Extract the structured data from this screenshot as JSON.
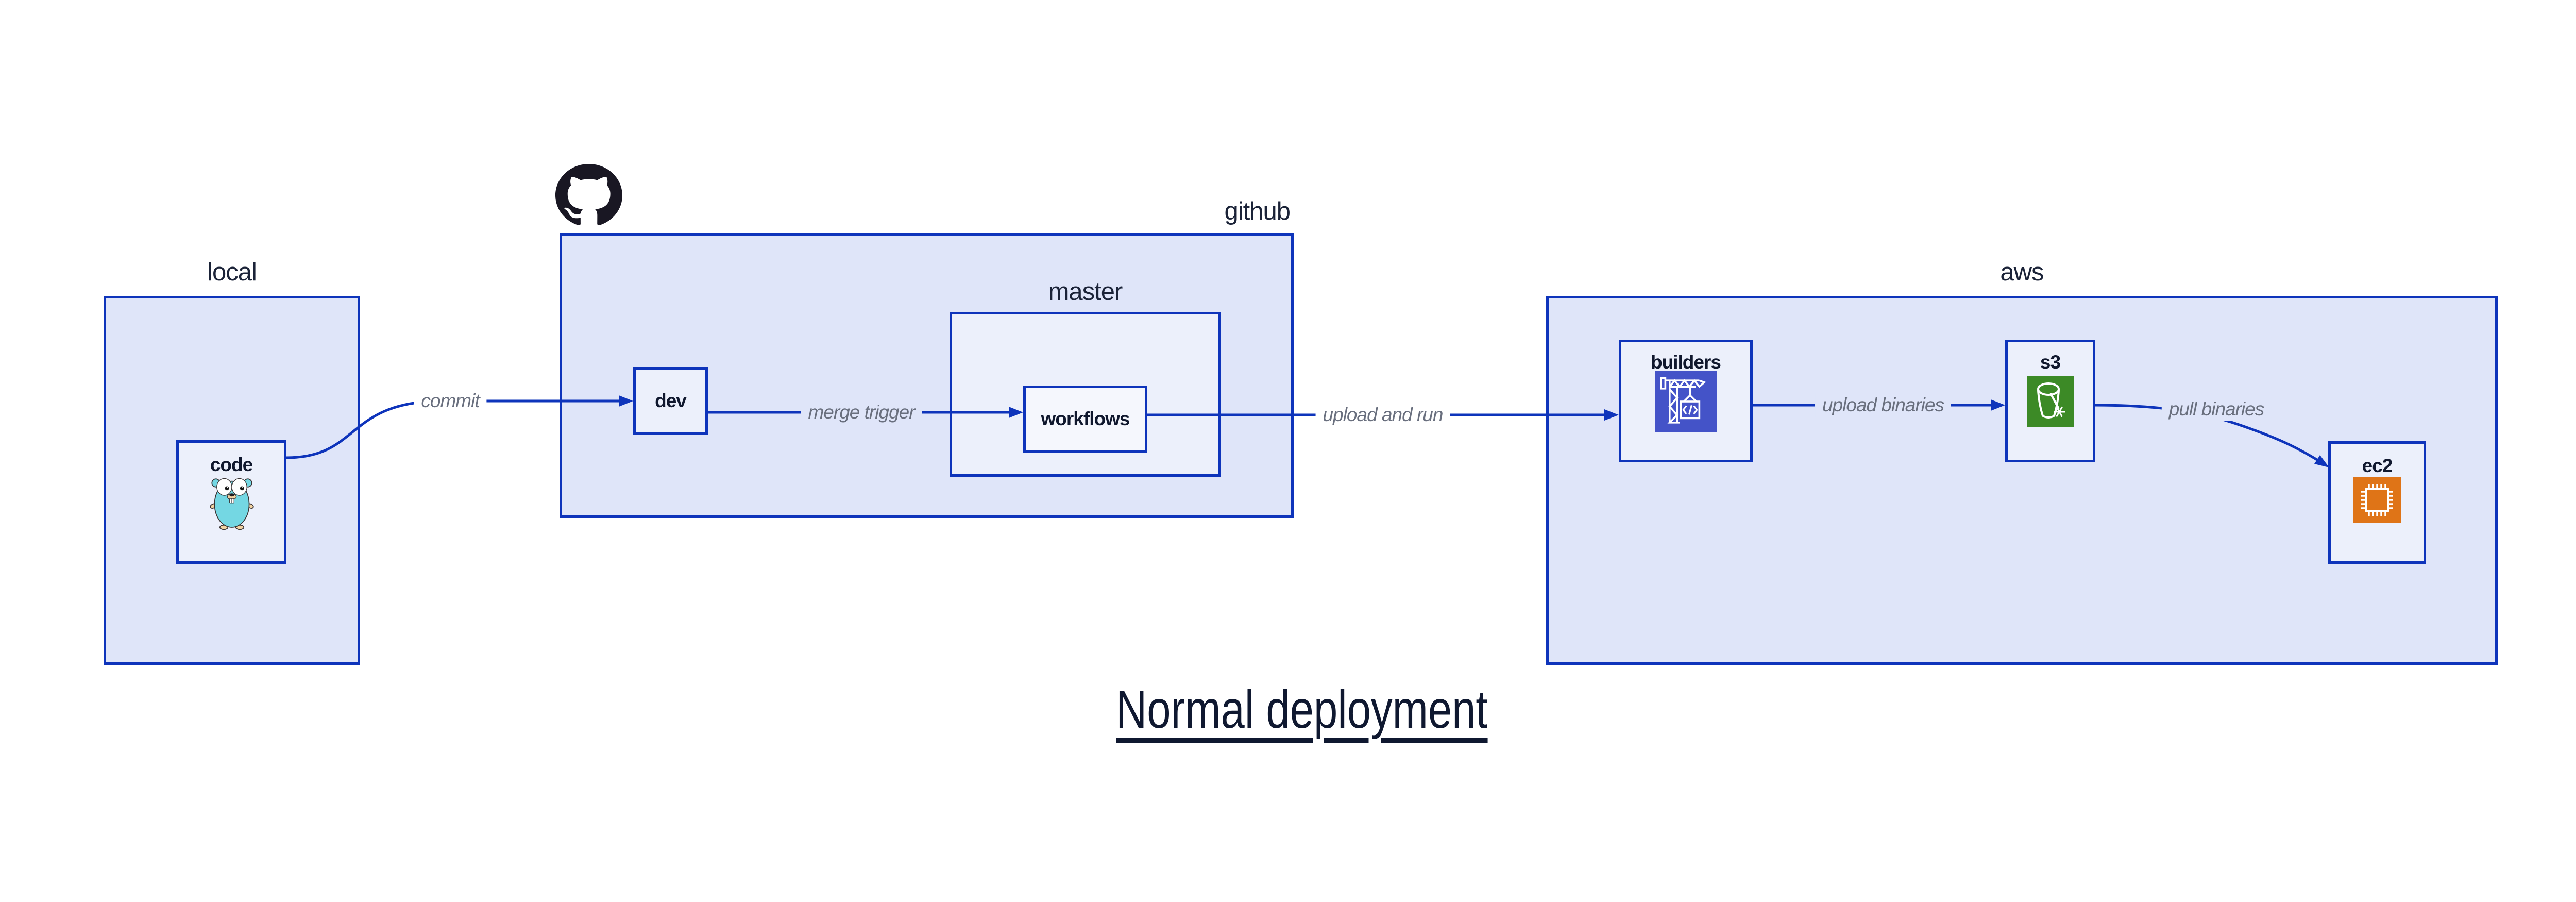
{
  "title": "Normal deployment",
  "groups": {
    "local": {
      "label": "local"
    },
    "github": {
      "label": "github"
    },
    "master": {
      "label": "master"
    },
    "aws": {
      "label": "aws"
    }
  },
  "nodes": {
    "code": {
      "label": "code",
      "icon": "go-gopher-icon"
    },
    "dev": {
      "label": "dev"
    },
    "workflows": {
      "label": "workflows"
    },
    "builders": {
      "label": "builders",
      "icon": "codebuild-crane-icon"
    },
    "s3": {
      "label": "s3",
      "icon": "s3-glacier-bucket-icon"
    },
    "ec2": {
      "label": "ec2",
      "icon": "ec2-chip-icon"
    }
  },
  "edges": {
    "commit": {
      "label": "commit",
      "from": "code",
      "to": "dev"
    },
    "merge_trigger": {
      "label": "merge trigger",
      "from": "dev",
      "to": "workflows"
    },
    "upload_and_run": {
      "label": "upload and run",
      "from": "workflows",
      "to": "builders"
    },
    "upload_binaries": {
      "label": "upload binaries",
      "from": "builders",
      "to": "s3"
    },
    "pull_binaries": {
      "label": "pull binaries",
      "from": "s3",
      "to": "ec2"
    }
  },
  "icons": {
    "github_logo": "github-octocat-icon"
  },
  "colors": {
    "border_blue": "#0e34bb",
    "arrow_blue": "#0e34bb",
    "container_fill": "#dfe5f9",
    "node_fill": "#ecf0fb",
    "innermost_fill": "#f5f7fd",
    "edge_label_gray": "#696f7e",
    "label_navy": "#10182e",
    "codebuild_indigo": "#4453c8",
    "s3_green": "#3c8a26",
    "ec2_orange": "#df7417",
    "gopher_cyan": "#74d7e3",
    "octocat_black": "#191723"
  }
}
